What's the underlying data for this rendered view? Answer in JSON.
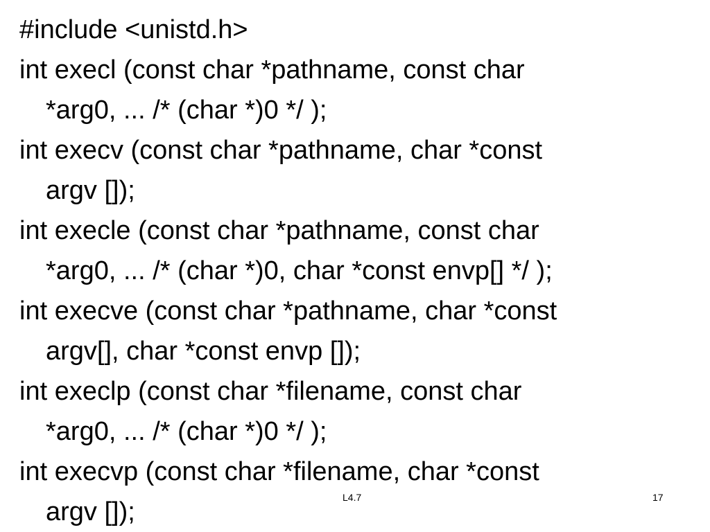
{
  "slide": {
    "entries": [
      {
        "line1": "#include <unistd.h>",
        "line2": ""
      },
      {
        "line1": "int execl (const char *pathname, const char",
        "line2": "*arg0, ... /* (char *)0 */ );"
      },
      {
        "line1": "int execv (const char *pathname, char *const",
        "line2": "argv []);"
      },
      {
        "line1": "int execle (const char *pathname, const char",
        "line2": "*arg0, ... /* (char *)0, char *const envp[] */ );"
      },
      {
        "line1": "int execve (const char *pathname, char *const",
        "line2": "argv[], char *const envp []);"
      },
      {
        "line1": "int execlp (const char *filename, const char",
        "line2": "*arg0, ... /* (char *)0 */ );"
      },
      {
        "line1": "int execvp (const char *filename, char *const",
        "line2": "argv []);"
      }
    ],
    "footer_label": "L4.7",
    "page_number": "17"
  }
}
